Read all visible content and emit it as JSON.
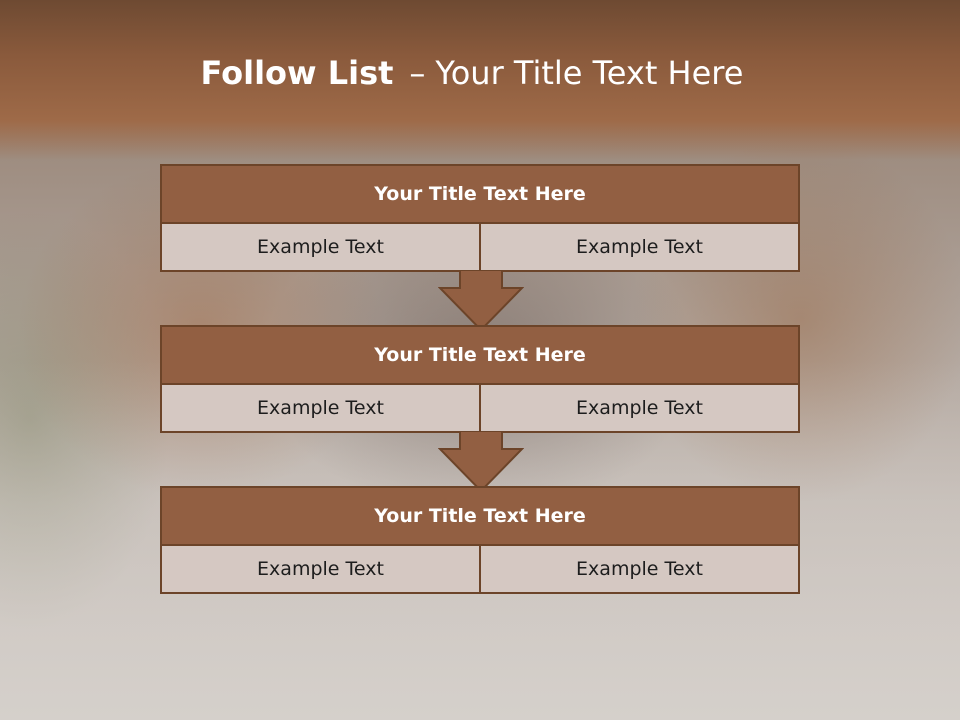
{
  "slide": {
    "title_bold": "Follow List",
    "title_separator": "–",
    "title_rest": "Your Title Text Here"
  },
  "blocks": [
    {
      "title": "Your Title Text Here",
      "left_text": "Example Text",
      "right_text": "Example Text"
    },
    {
      "title": "Your Title Text Here",
      "left_text": "Example Text",
      "right_text": "Example Text"
    },
    {
      "title": "Your Title Text Here",
      "left_text": "Example Text",
      "right_text": "Example Text"
    }
  ],
  "colors": {
    "header_band": "#8a5a3c",
    "block_title_fill": "#925f42",
    "block_border": "#6c4429",
    "cell_fill": "#d5c8c2",
    "arrow_fill": "#925f42"
  },
  "icons": {
    "connector": "down-arrow-icon"
  }
}
